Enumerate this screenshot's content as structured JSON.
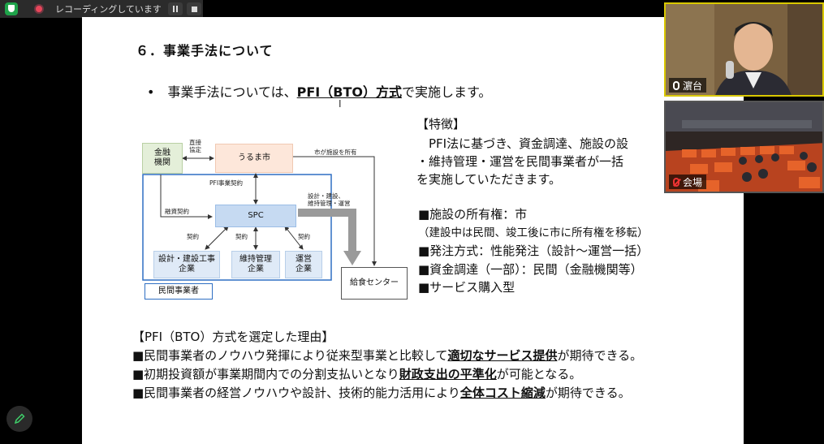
{
  "recording": {
    "text": "レコーディングしています..."
  },
  "slide": {
    "title": "６．事業手法について",
    "bullet": {
      "prefix": "事業手法については、",
      "highlight": "PFI（BTO）方式",
      "suffix": "で実施します。"
    },
    "diagram": {
      "bank": "金融\n機関",
      "city": "うるま市",
      "spc": "SPC",
      "design_co": "設計・建設工事\n企業",
      "maint_co": "維持管理\n企業",
      "ops_co": "運営\n企業",
      "private_label": "民間事業者",
      "center": "給食センター",
      "direct_agreement": "直接\n協定",
      "city_owns": "市が施設を所有",
      "pfi_contract": "PFI事業契約",
      "loan_contract": "融資契約",
      "contract1": "契約",
      "contract2": "契約",
      "contract3": "契約",
      "build_ops": "設計・建設、\n維持管理・運営"
    },
    "features": {
      "title": "【特徴】",
      "line1": "　PFI法に基づき、資金調達、施設の設",
      "line2": "・維持管理・運営を民間事業者が一括",
      "line3": "を実施していただきます。",
      "items": [
        "■施設の所有権：市",
        "（建設中は民間、竣工後に市に所有権を移転）",
        "■発注方式：性能発注（設計～運営一括）",
        "■資金調達（一部）：民間（金融機関等）",
        "■サービス購入型"
      ]
    },
    "reasons": {
      "title": "【PFI（BTO）方式を選定した理由】",
      "r1_pre": "■民間事業者のノウハウ発揮により従来型事業と比較して",
      "r1_hl": "適切なサービス提供",
      "r1_post": "が期待できる。",
      "r2_pre": "■初期投資額が事業期間内での分割支払いとなり",
      "r2_hl": "財政支出の平準化",
      "r2_post": "が可能となる。",
      "r3_pre": "■民間事業者の経営ノウハウや設計、技術的能力活用により",
      "r3_hl": "全体コスト縮減",
      "r3_post": "が期待できる。"
    }
  },
  "participants": [
    {
      "name": "濵台"
    },
    {
      "name": "会場"
    }
  ]
}
